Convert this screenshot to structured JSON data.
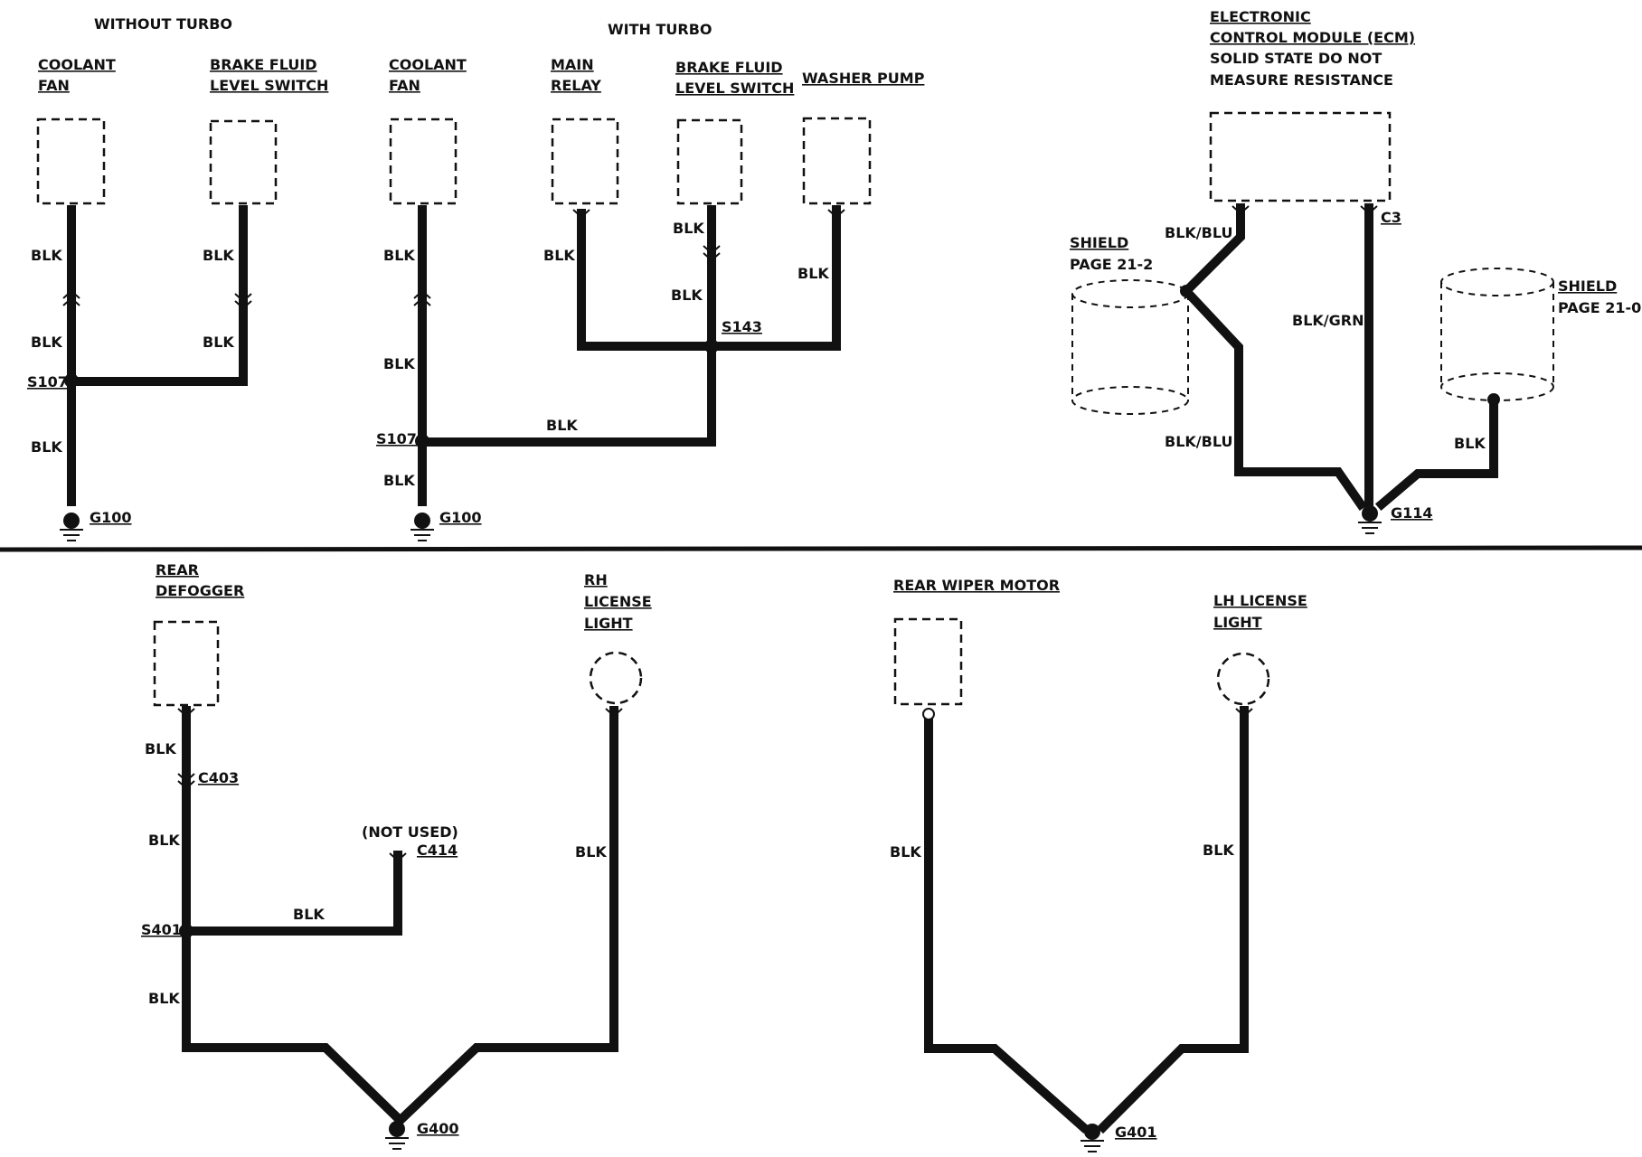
{
  "sections": {
    "without_turbo": "WITHOUT TURBO",
    "with_turbo": "WITH TURBO"
  },
  "components": {
    "wt_coolant_fan": [
      "COOLANT",
      "FAN"
    ],
    "wt_brake_fluid": [
      "BRAKE FLUID",
      "LEVEL SWITCH"
    ],
    "t_coolant_fan": [
      "COOLANT",
      "FAN"
    ],
    "t_main_relay": [
      "MAIN",
      "RELAY"
    ],
    "t_brake_fluid": [
      "BRAKE FLUID",
      "LEVEL SWITCH"
    ],
    "t_washer_pump": [
      "WASHER PUMP"
    ],
    "ecm": [
      "ELECTRONIC",
      "CONTROL MODULE (ECM)",
      "SOLID STATE DO NOT",
      "MEASURE RESISTANCE"
    ],
    "shield_left": [
      "SHIELD",
      "PAGE 21-2"
    ],
    "shield_right": [
      "SHIELD",
      "PAGE 21-0"
    ],
    "rear_defogger": [
      "REAR",
      "DEFOGGER"
    ],
    "rh_license": [
      "RH",
      "LICENSE",
      "LIGHT"
    ],
    "rear_wiper": [
      "REAR WIPER MOTOR"
    ],
    "lh_license": [
      "LH LICENSE",
      "LIGHT"
    ]
  },
  "wires": {
    "blk": "BLK",
    "blk_blu": "BLK/BLU",
    "blk_grn": "BLK/GRN"
  },
  "points": {
    "s107": "S107",
    "s143": "S143",
    "s401": "S401",
    "c3": "C3",
    "c403": "C403",
    "c414": "C414",
    "not_used": "(NOT USED)"
  },
  "grounds": {
    "g100": "G100",
    "g114": "G114",
    "g400": "G400",
    "g401": "G401"
  }
}
